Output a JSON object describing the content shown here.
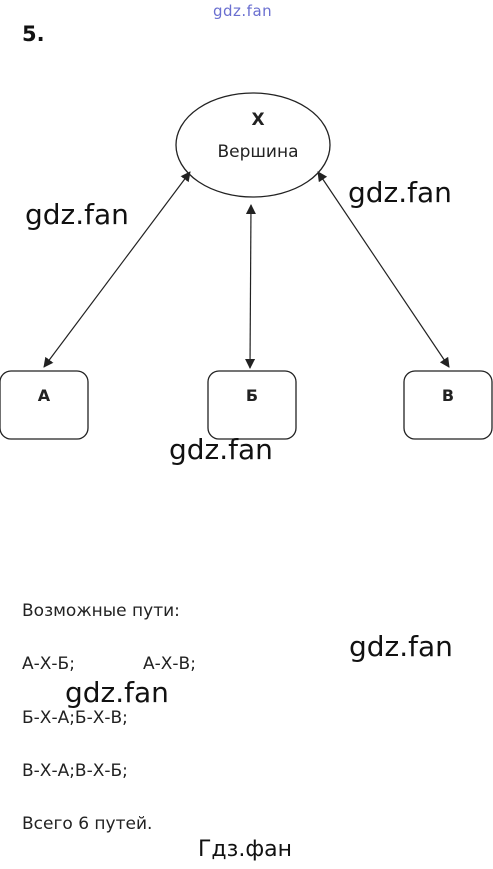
{
  "watermark_top": "gdz.fan",
  "problem_number": "5.",
  "watermark": "gdz.fan",
  "footer_watermark": "Гдз.фан",
  "diagram": {
    "center": {
      "label": "Х",
      "sublabel": "Вершина"
    },
    "nodes": [
      {
        "label": "А"
      },
      {
        "label": "Б"
      },
      {
        "label": "В"
      }
    ]
  },
  "paths": {
    "heading": "Возможные пути:",
    "line1a": "А-Х-Б;",
    "line1b": "А-Х-В;",
    "line2": "Б-Х-А;Б-Х-В;",
    "line3": "В-Х-А;В-Х-Б;",
    "total": "Всего 6 путей."
  },
  "colors": {
    "stroke": "#222222",
    "watermark_top": "#6a6fd0"
  }
}
